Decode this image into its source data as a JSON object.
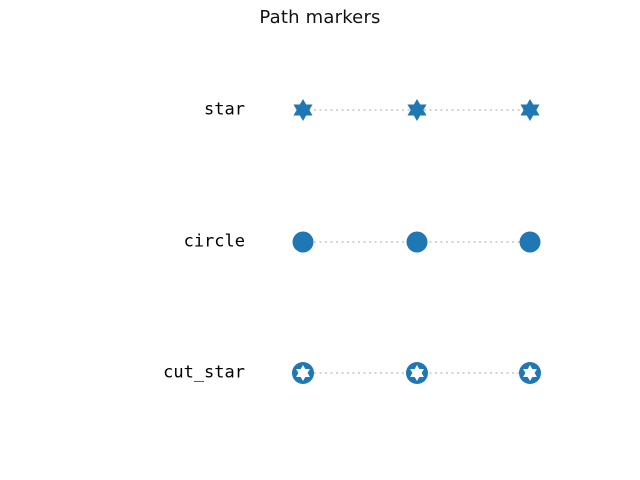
{
  "chart_data": {
    "type": "line",
    "title": "Path markers",
    "linestyle": "dotted",
    "line_color": "#d3d3d3",
    "marker_color": "#1f77b4",
    "background_color": "#ffffff",
    "grid": false,
    "axes_visible": false,
    "legend_position": "none",
    "x": [
      0,
      1,
      2
    ],
    "series": [
      {
        "label": "star",
        "marker": "six-pointed-star",
        "y": [
          2,
          2,
          2
        ]
      },
      {
        "label": "circle",
        "marker": "filled-circle",
        "y": [
          1,
          1,
          1
        ]
      },
      {
        "label": "cut_star",
        "marker": "circle-with-star-cutout",
        "y": [
          0,
          0,
          0
        ]
      }
    ]
  }
}
